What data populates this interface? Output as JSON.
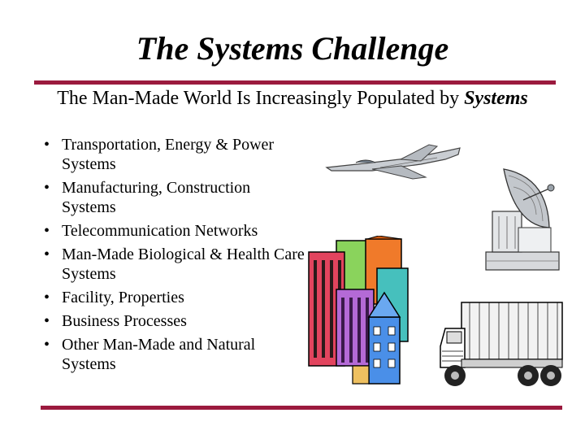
{
  "slide": {
    "title": "The Systems Challenge",
    "subtitle_prefix": "The Man-Made World Is Increasingly Populated by ",
    "subtitle_emphasis": "Systems"
  },
  "bullets": [
    "Transportation, Energy & Power Systems",
    "Manufacturing, Construction Systems",
    "Telecommunication Networks",
    "Man-Made Biological & Health Care Systems",
    "Facility, Properties",
    "Business Processes",
    "Other Man-Made and Natural Systems"
  ],
  "bullet_glyph": "•",
  "colors": {
    "rule": "#9b1a3e"
  },
  "images": [
    "jet-aircraft",
    "satellite-dish",
    "city-buildings",
    "cargo-truck"
  ]
}
